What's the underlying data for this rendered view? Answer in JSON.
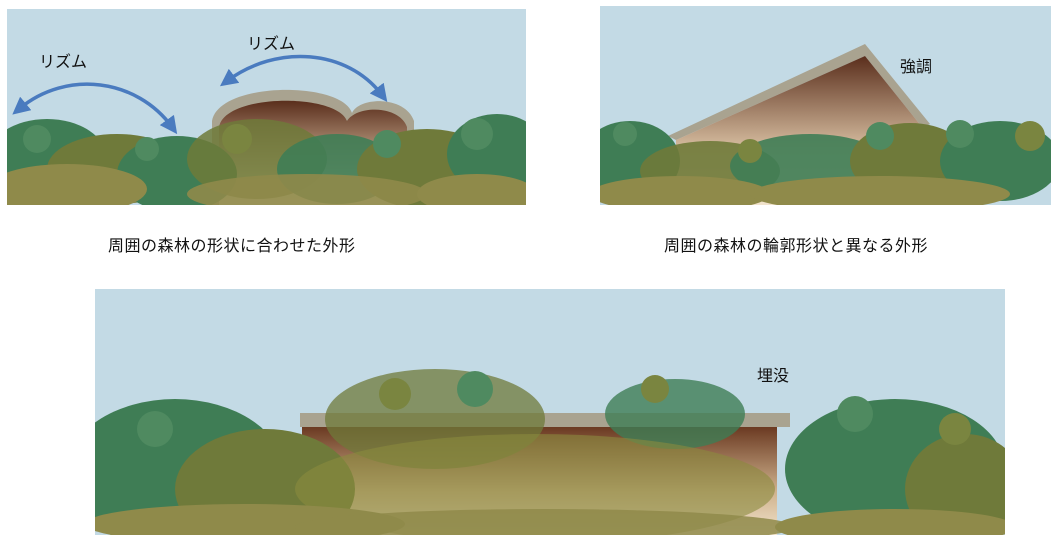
{
  "panels": [
    {
      "id": "a",
      "labels": [
        "リズム",
        "リズム"
      ],
      "caption": "周囲の森林の形状に合わせた外形"
    },
    {
      "id": "b",
      "labels": [
        "強調"
      ],
      "caption": "周囲の森林の輪郭形状と異なる外形"
    },
    {
      "id": "c",
      "labels": [
        "埋没"
      ],
      "caption": ""
    }
  ],
  "colors": {
    "sky": "#c3dae5",
    "arrow": "#4a7bbf",
    "roof": "#a9a390",
    "building_dark": "#5a2e1c",
    "building_light": "#f1e3cc",
    "foliage_green": "#3f7d55",
    "foliage_olive": "#6f7a3a",
    "foliage_tan": "#8f8a4a"
  },
  "icons": [
    "curved-double-arrow-icon"
  ]
}
